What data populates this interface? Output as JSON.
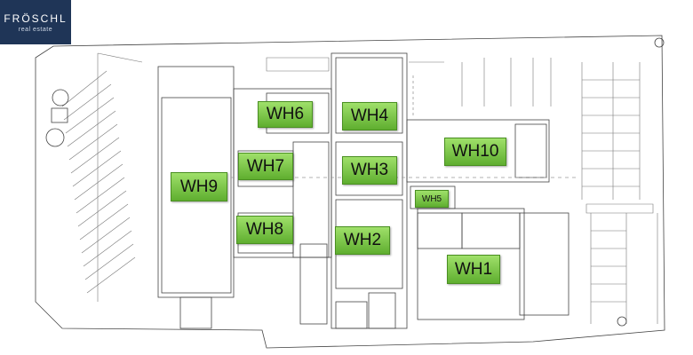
{
  "logo": {
    "brand": "FRÖSCHL",
    "tagline": "real estate"
  },
  "warehouses": [
    {
      "id": "wh1",
      "label": "WH1"
    },
    {
      "id": "wh2",
      "label": "WH2"
    },
    {
      "id": "wh3",
      "label": "WH3"
    },
    {
      "id": "wh4",
      "label": "WH4"
    },
    {
      "id": "wh5",
      "label": "WH5"
    },
    {
      "id": "wh6",
      "label": "WH6"
    },
    {
      "id": "wh7",
      "label": "WH7"
    },
    {
      "id": "wh8",
      "label": "WH8"
    },
    {
      "id": "wh9",
      "label": "WH9"
    },
    {
      "id": "wh10",
      "label": "WH10"
    }
  ],
  "colors": {
    "logo_bg": "#1f3557",
    "label_green": "#7cc74a",
    "plan_line": "#333333"
  }
}
